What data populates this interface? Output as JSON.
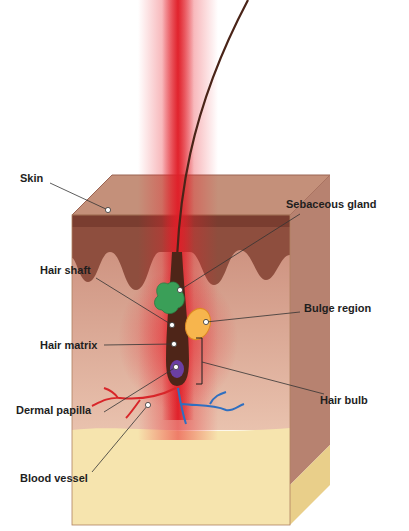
{
  "diagram": {
    "labels": [
      "Skin",
      "Sebaceous gland",
      "Hair shaft",
      "Bulge region",
      "Hair matrix",
      "Hair bulb",
      "Dermal papilla",
      "Blood vessel"
    ]
  }
}
